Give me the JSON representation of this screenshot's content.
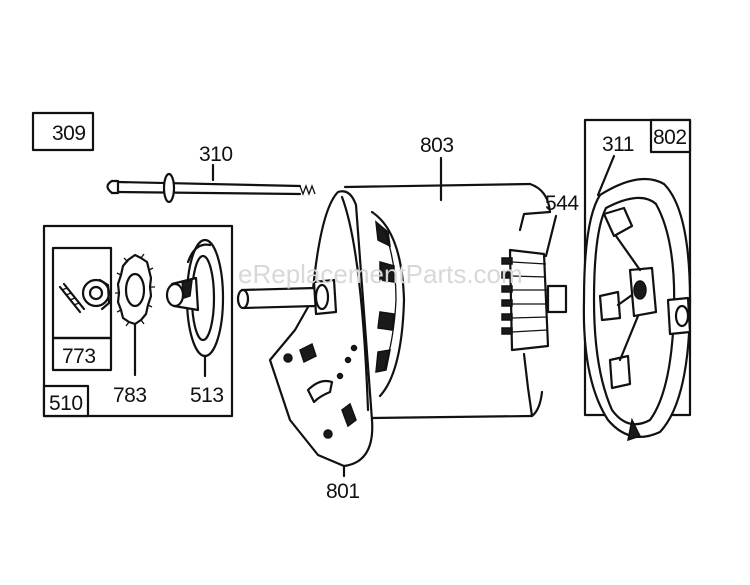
{
  "watermark": "eReplacementParts.com",
  "parts": {
    "p309": "309",
    "p310": "310",
    "p803": "803",
    "p311": "311",
    "p802": "802",
    "p544": "544",
    "p773": "773",
    "p510": "510",
    "p783": "783",
    "p513": "513",
    "p801": "801"
  },
  "colors": {
    "ink": "#111111",
    "paper": "#ffffff",
    "watermark": "#d8d8d8"
  }
}
